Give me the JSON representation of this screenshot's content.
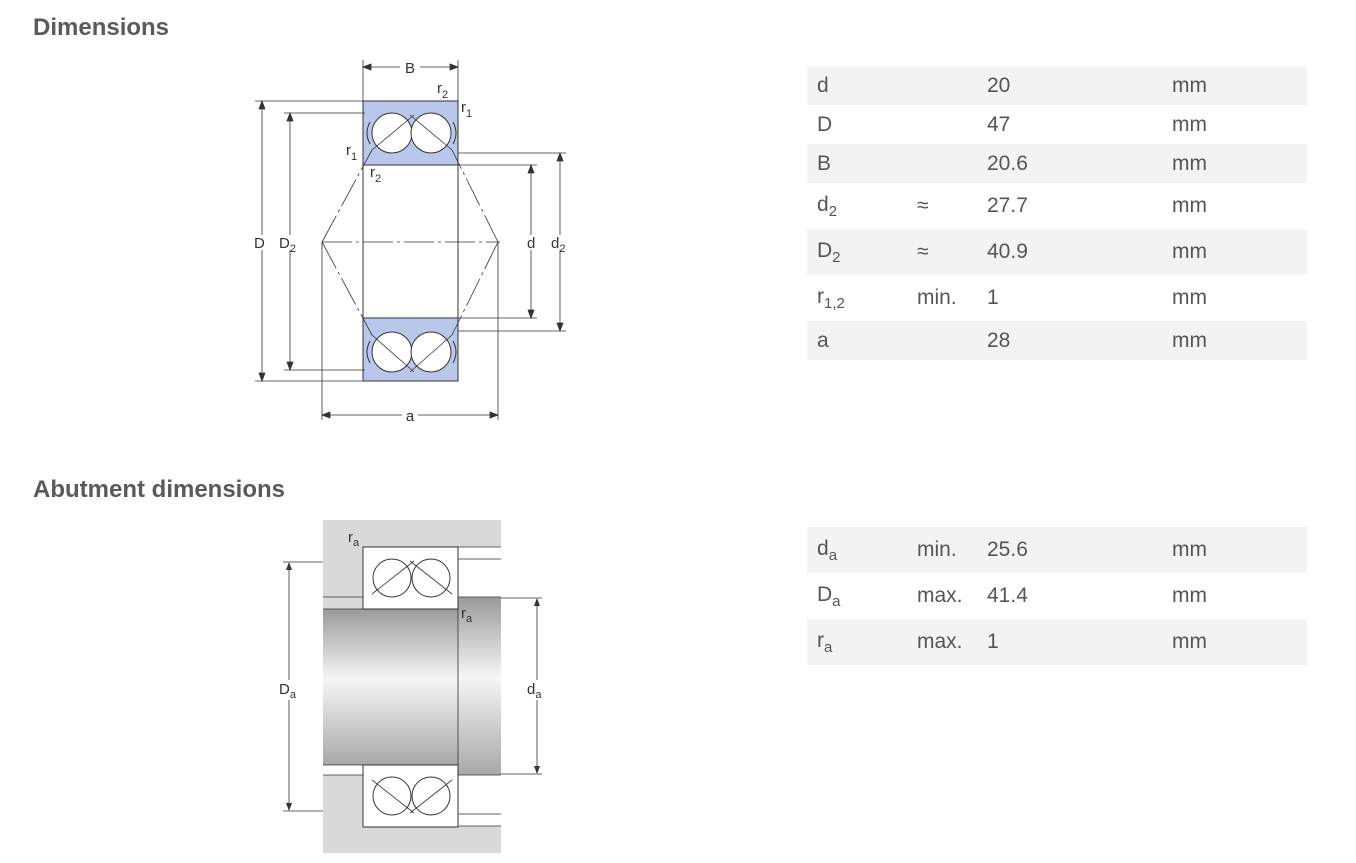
{
  "dimensions": {
    "title": "Dimensions",
    "rows": [
      {
        "symbol": "d",
        "sub": "",
        "qualifier": "",
        "value": "20",
        "unit": "mm"
      },
      {
        "symbol": "D",
        "sub": "",
        "qualifier": "",
        "value": "47",
        "unit": "mm"
      },
      {
        "symbol": "B",
        "sub": "",
        "qualifier": "",
        "value": "20.6",
        "unit": "mm"
      },
      {
        "symbol": "d",
        "sub": "2",
        "qualifier": "≈",
        "value": "27.7",
        "unit": "mm"
      },
      {
        "symbol": "D",
        "sub": "2",
        "qualifier": "≈",
        "value": "40.9",
        "unit": "mm"
      },
      {
        "symbol": "r",
        "sub": "1,2",
        "qualifier": "min.",
        "value": "1",
        "unit": "mm"
      },
      {
        "symbol": "a",
        "sub": "",
        "qualifier": "",
        "value": "28",
        "unit": "mm"
      }
    ],
    "diagram_labels": {
      "B": "B",
      "r2_top": "2",
      "r1_top": "1",
      "r1_left": "1",
      "r2_left": "2",
      "D": "D",
      "D2": "D",
      "D2_sub": "2",
      "d": "d",
      "d2": "d",
      "d2_sub": "2",
      "a": "a",
      "r": "r"
    }
  },
  "abutment": {
    "title": "Abutment dimensions",
    "rows": [
      {
        "symbol": "d",
        "sub": "a",
        "qualifier": "min.",
        "value": "25.6",
        "unit": "mm"
      },
      {
        "symbol": "D",
        "sub": "a",
        "qualifier": "max.",
        "value": "41.4",
        "unit": "mm"
      },
      {
        "symbol": "r",
        "sub": "a",
        "qualifier": "max.",
        "value": "1",
        "unit": "mm"
      }
    ],
    "diagram_labels": {
      "r": "r",
      "a_sub": "a",
      "D": "D",
      "d": "d"
    }
  },
  "colors": {
    "ring_fill": "#b8c7ea",
    "housing_fill": "#d9d9d9",
    "line": "#333333"
  }
}
